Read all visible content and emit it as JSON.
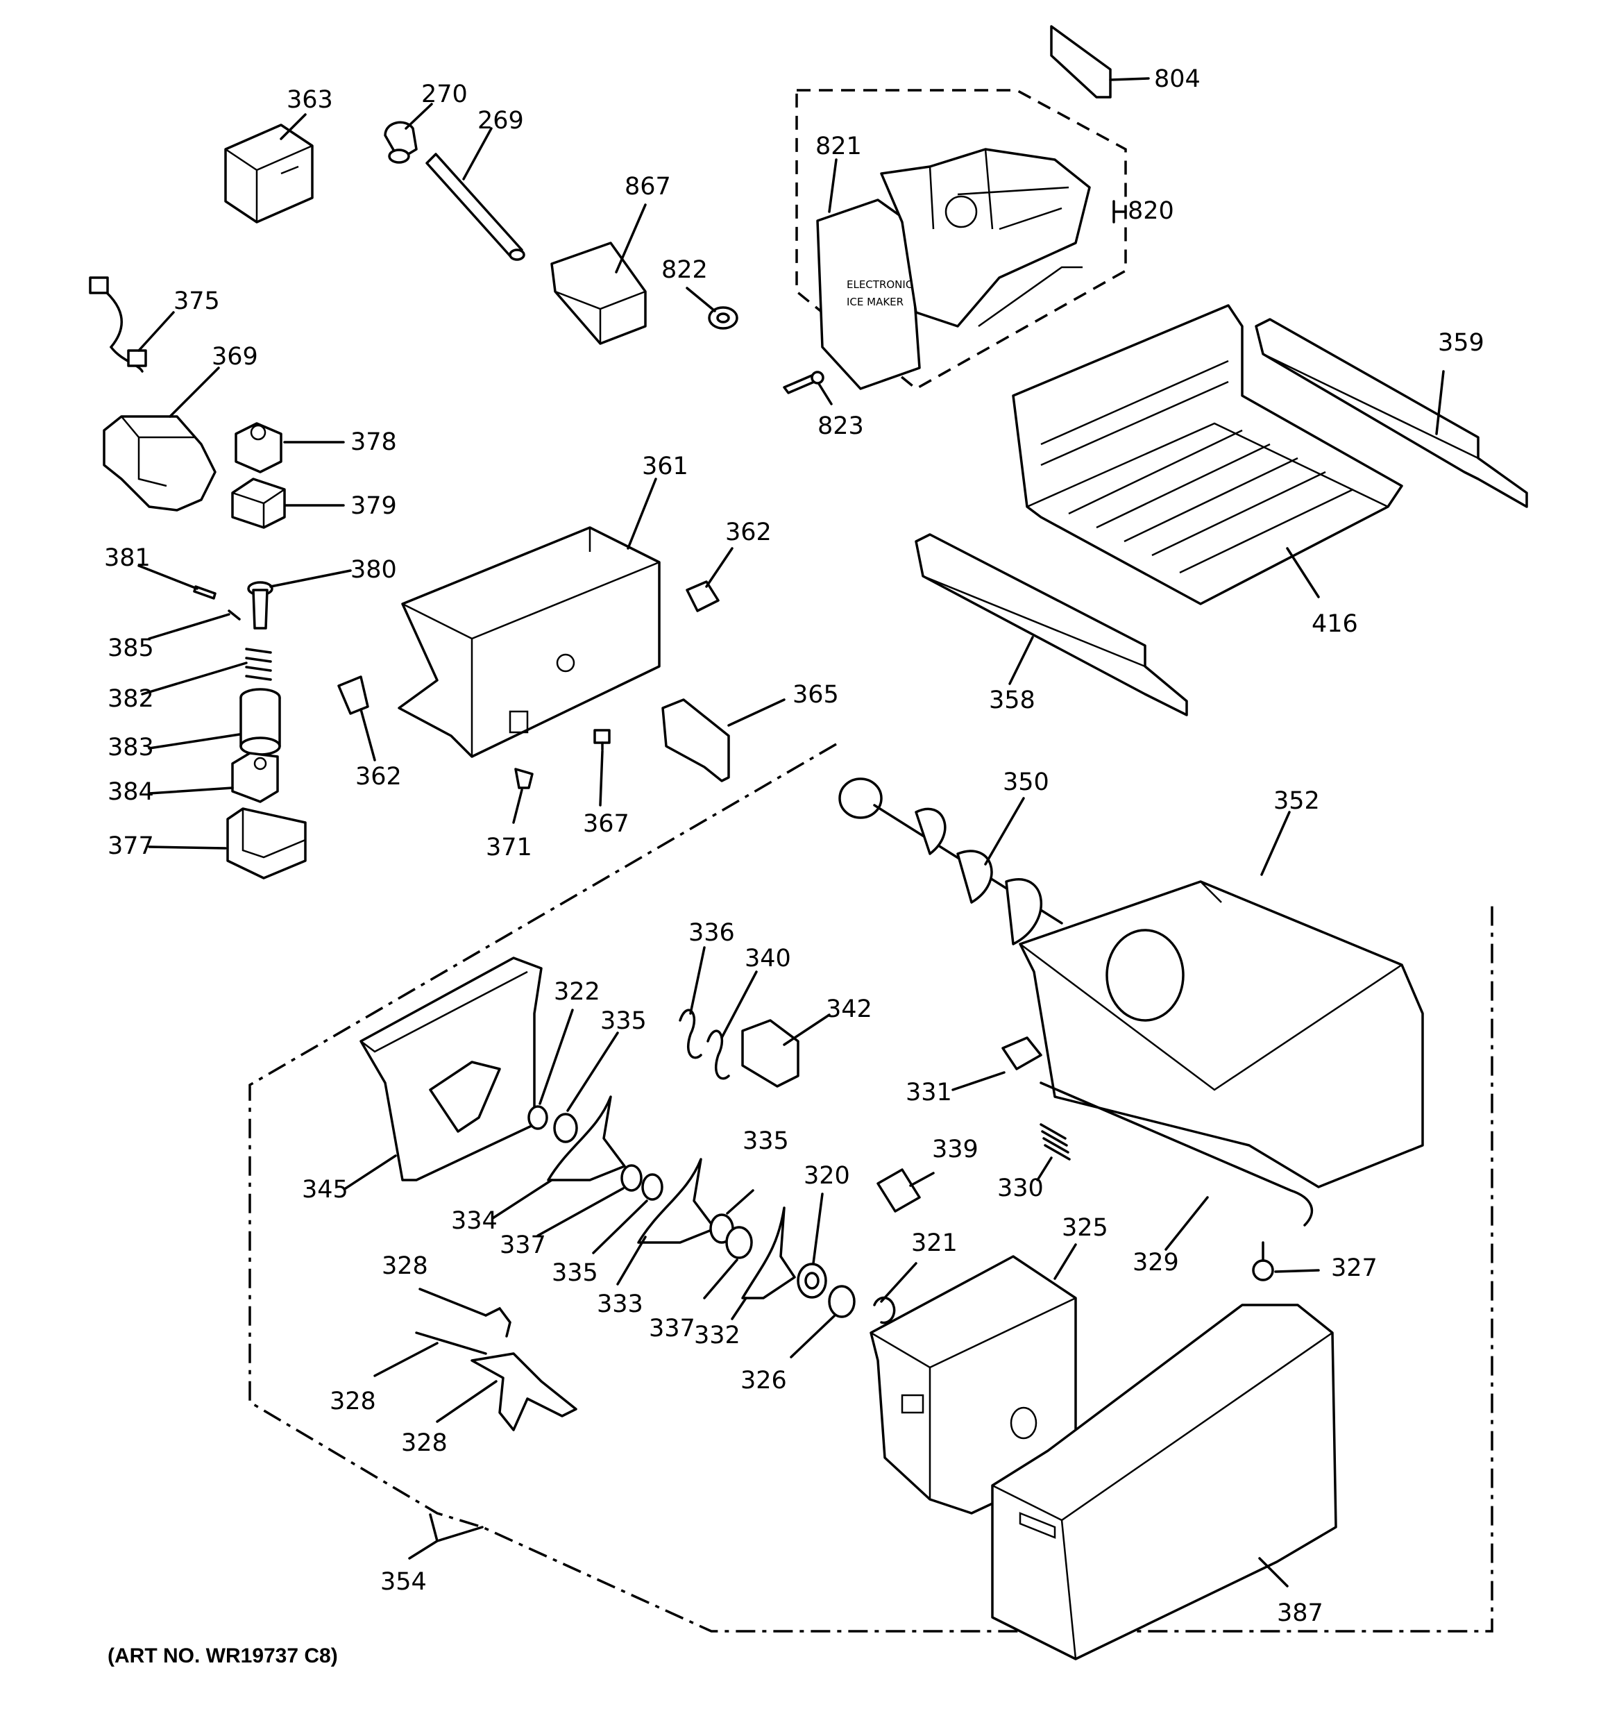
{
  "callouts": [
    {
      "id": "363",
      "text": "363"
    },
    {
      "id": "270",
      "text": "270"
    },
    {
      "id": "269",
      "text": "269"
    },
    {
      "id": "867",
      "text": "867"
    },
    {
      "id": "822",
      "text": "822"
    },
    {
      "id": "821",
      "text": "821"
    },
    {
      "id": "804",
      "text": "804"
    },
    {
      "id": "820",
      "text": "820"
    },
    {
      "id": "823",
      "text": "823"
    },
    {
      "id": "375",
      "text": "375"
    },
    {
      "id": "369",
      "text": "369"
    },
    {
      "id": "378",
      "text": "378"
    },
    {
      "id": "379",
      "text": "379"
    },
    {
      "id": "381",
      "text": "381"
    },
    {
      "id": "380",
      "text": "380"
    },
    {
      "id": "385",
      "text": "385"
    },
    {
      "id": "382",
      "text": "382"
    },
    {
      "id": "383",
      "text": "383"
    },
    {
      "id": "384",
      "text": "384"
    },
    {
      "id": "377",
      "text": "377"
    },
    {
      "id": "361",
      "text": "361"
    },
    {
      "id": "362a",
      "text": "362"
    },
    {
      "id": "362b",
      "text": "362"
    },
    {
      "id": "365",
      "text": "365"
    },
    {
      "id": "371",
      "text": "371"
    },
    {
      "id": "367",
      "text": "367"
    },
    {
      "id": "359",
      "text": "359"
    },
    {
      "id": "416",
      "text": "416"
    },
    {
      "id": "358",
      "text": "358"
    },
    {
      "id": "350",
      "text": "350"
    },
    {
      "id": "352",
      "text": "352"
    },
    {
      "id": "336",
      "text": "336"
    },
    {
      "id": "340",
      "text": "340"
    },
    {
      "id": "342",
      "text": "342"
    },
    {
      "id": "322",
      "text": "322"
    },
    {
      "id": "335a",
      "text": "335"
    },
    {
      "id": "345",
      "text": "345"
    },
    {
      "id": "334",
      "text": "334"
    },
    {
      "id": "337a",
      "text": "337"
    },
    {
      "id": "335b",
      "text": "335"
    },
    {
      "id": "333",
      "text": "333"
    },
    {
      "id": "335c",
      "text": "335"
    },
    {
      "id": "337b",
      "text": "337"
    },
    {
      "id": "332",
      "text": "332"
    },
    {
      "id": "320",
      "text": "320"
    },
    {
      "id": "326",
      "text": "326"
    },
    {
      "id": "321",
      "text": "321"
    },
    {
      "id": "339",
      "text": "339"
    },
    {
      "id": "330",
      "text": "330"
    },
    {
      "id": "331",
      "text": "331"
    },
    {
      "id": "329",
      "text": "329"
    },
    {
      "id": "327",
      "text": "327"
    },
    {
      "id": "325",
      "text": "325"
    },
    {
      "id": "387",
      "text": "387"
    },
    {
      "id": "328a",
      "text": "328"
    },
    {
      "id": "328b",
      "text": "328"
    },
    {
      "id": "328c",
      "text": "328"
    },
    {
      "id": "354",
      "text": "354"
    }
  ],
  "ice_maker_face_text": [
    "ELECTRONIC",
    "ICE MAKER"
  ],
  "art_number": "(ART NO. WR19737 C8)"
}
